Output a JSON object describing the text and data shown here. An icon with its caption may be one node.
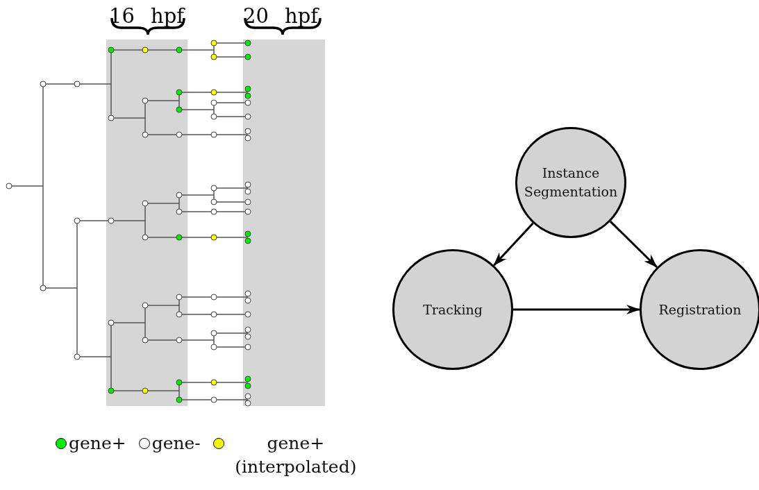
{
  "diagram": {
    "nodes": [
      {
        "text": [
          "Instance Segmentation"
        ]
      },
      {
        "text": [
          "Tracking"
        ]
      },
      {
        "text": [
          "Registration"
        ]
      }
    ],
    "edges": [
      {
        "from": 0,
        "to": 1,
        "arrow": "to"
      },
      {
        "from": 0,
        "to": 2,
        "arrow": "to"
      },
      {
        "from": 1,
        "to": 2,
        "arrow": "to"
      }
    ],
    "labels": [
      "16 hpf",
      "20 hpf"
    ],
    "legend": [
      {
        "text": "gene+",
        "color": "#00ee00"
      },
      {
        "text": "gene-",
        "color": "#ffffff"
      },
      {
        "text": "gene+ (interpolated)",
        "color": "#ffff00"
      }
    ]
  }
}
